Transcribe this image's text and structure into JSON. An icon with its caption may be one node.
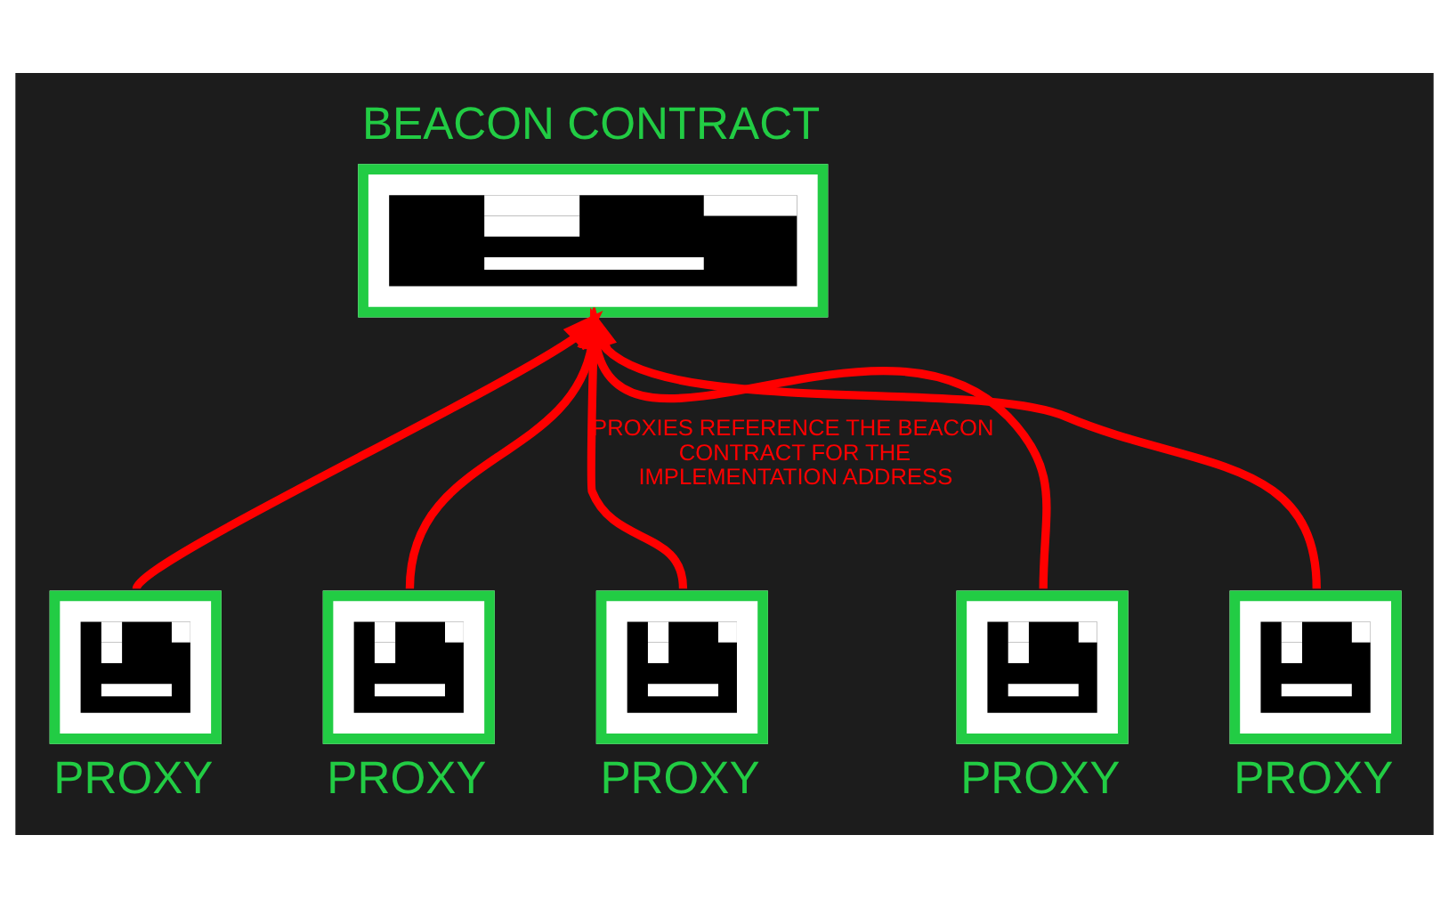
{
  "diagram": {
    "nodes": [
      {
        "text": [
          "BEACON CONTRACT"
        ]
      },
      {
        "text": [
          "PROXY"
        ]
      },
      {
        "text": [
          "PROXY"
        ]
      },
      {
        "text": [
          "PROXY"
        ]
      },
      {
        "text": [
          "PROXY"
        ]
      },
      {
        "text": [
          "PROXY"
        ]
      }
    ],
    "edges": [
      {
        "from": 1,
        "to": 0,
        "arrow": "to",
        "color": "#ff0000"
      },
      {
        "from": 2,
        "to": 0,
        "arrow": "to",
        "color": "#ff0000"
      },
      {
        "from": 3,
        "to": 0,
        "arrow": "to",
        "color": "#ff0000",
        "label": "PROXIES REFERENCE THE BEACON CONTRACT FOR THE IMPLEMENTATION ADDRESS"
      },
      {
        "from": 4,
        "to": 0,
        "arrow": "to",
        "color": "#ff0000"
      },
      {
        "from": 5,
        "to": 0,
        "arrow": "to",
        "color": "#ff0000"
      }
    ]
  }
}
